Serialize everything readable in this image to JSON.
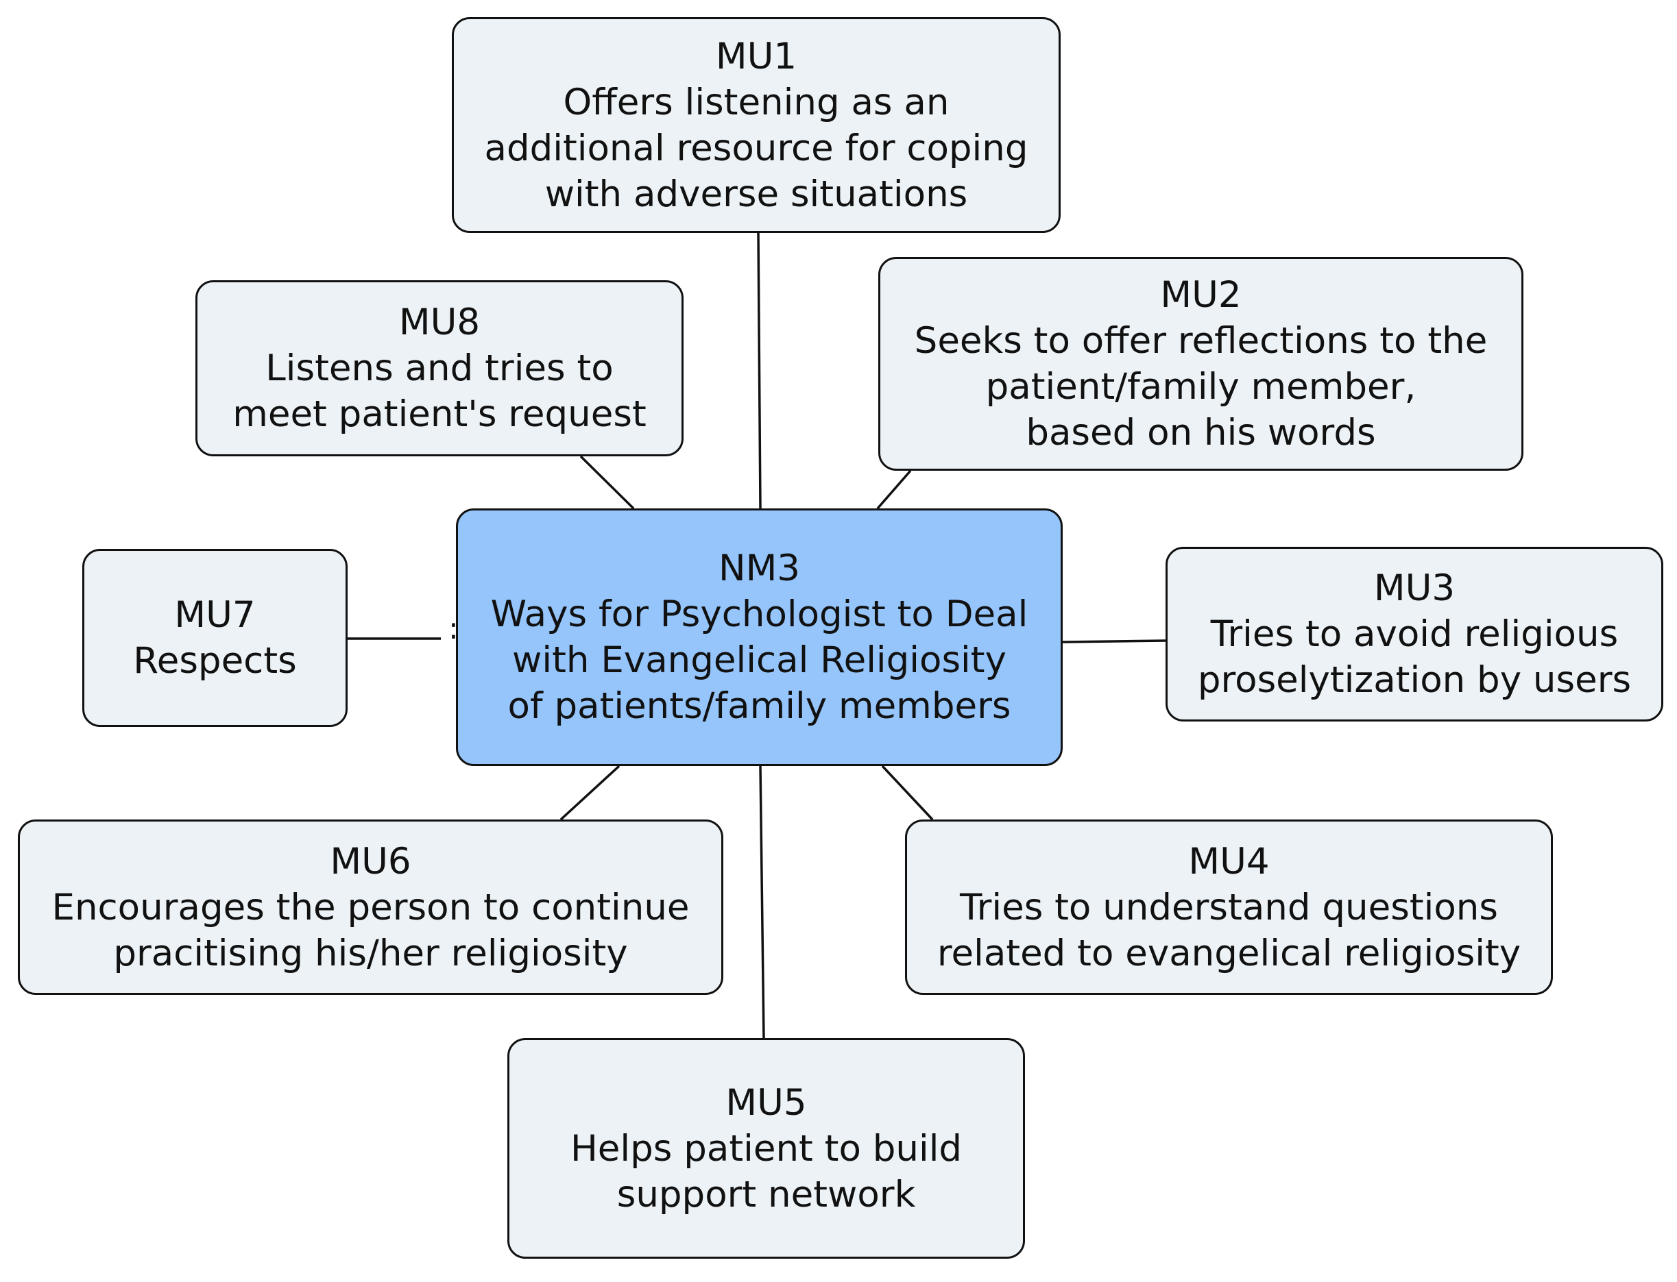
{
  "center": {
    "code": "NM3",
    "label": "Ways for Psychologist to Deal\nwith Evangelical Religiosity\nof patients/family members"
  },
  "nodes": {
    "mu1": {
      "code": "MU1",
      "label": "Offers listening as an\nadditional resource for coping\nwith adverse situations"
    },
    "mu2": {
      "code": "MU2",
      "label": "Seeks to offer reflections to the\npatient/family member,\nbased on his words"
    },
    "mu3": {
      "code": "MU3",
      "label": "Tries to avoid religious\nproselytization by users"
    },
    "mu4": {
      "code": "MU4",
      "label": "Tries to understand questions\nrelated to evangelical religiosity"
    },
    "mu5": {
      "code": "MU5",
      "label": "Helps patient to build\nsupport network"
    },
    "mu6": {
      "code": "MU6",
      "label": "Encourages the person to continue\npracitising his/her religiosity"
    },
    "mu7": {
      "code": "MU7",
      "label": "Respects"
    },
    "mu8": {
      "code": "MU8",
      "label": "Listens and tries to\nmeet patient's request"
    }
  },
  "colors": {
    "center_fill": "#95c5fb",
    "node_fill": "#ecf2f5",
    "border": "#111111"
  }
}
